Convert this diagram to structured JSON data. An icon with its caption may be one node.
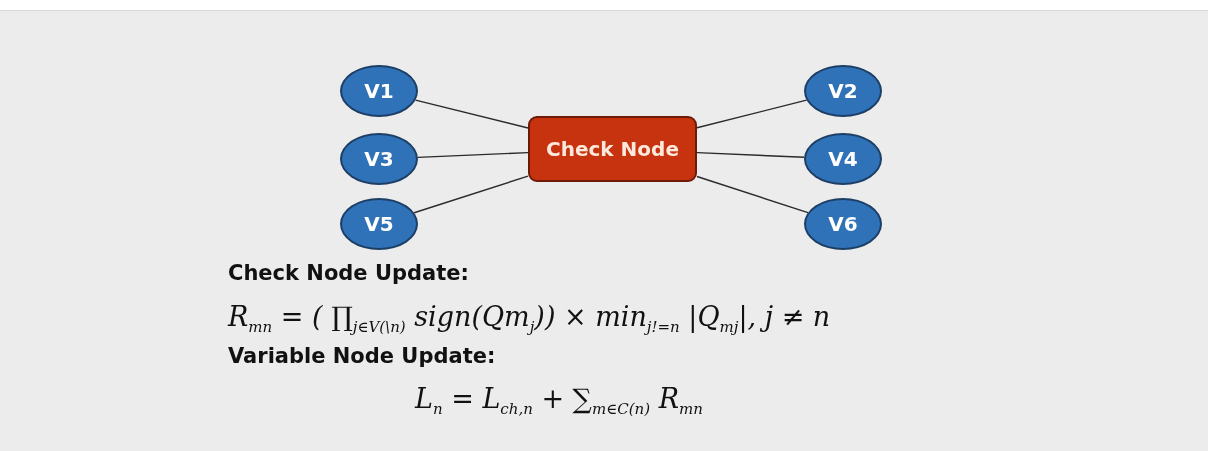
{
  "diagram": {
    "nodes": [
      {
        "text": [
          "V1"
        ]
      },
      {
        "text": [
          "V2"
        ]
      },
      {
        "text": [
          "V3"
        ]
      },
      {
        "text": [
          "Check Node"
        ]
      },
      {
        "text": [
          "V4"
        ]
      },
      {
        "text": [
          "V5"
        ]
      },
      {
        "text": [
          "V6"
        ]
      }
    ],
    "edges": [
      {
        "from": 0,
        "to": 3,
        "arrow": "none"
      },
      {
        "from": 1,
        "to": 3,
        "arrow": "none"
      },
      {
        "from": 2,
        "to": 3,
        "arrow": "none"
      },
      {
        "from": 4,
        "to": 3,
        "arrow": "none"
      },
      {
        "from": 5,
        "to": 3,
        "arrow": "none"
      },
      {
        "from": 6,
        "to": 3,
        "arrow": "none"
      }
    ],
    "labels": [
      "Check Node Update:",
      "R$_{mn}$ = ( ∏$_{j∈V(\\n)}$ sign(Qm$_{j}$)) × min$_{j!=n}$ |Q$_{mj}$|,  j ≠ n",
      "Variable Node Update:",
      "L$_{n}$ = L$_{ch,n}$ + ∑$_{m∈C(n)}$ R$_{mn}$"
    ]
  }
}
